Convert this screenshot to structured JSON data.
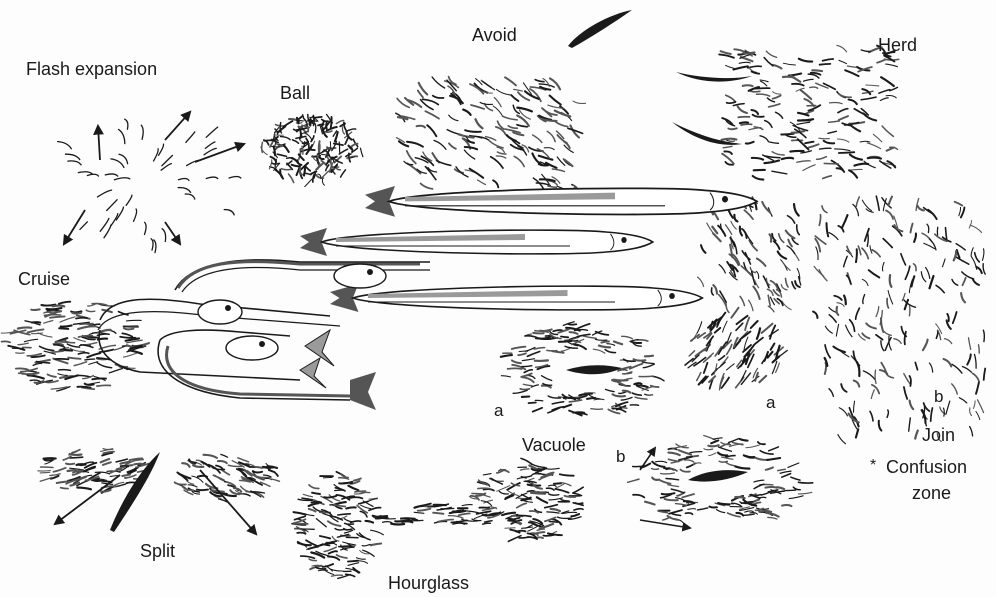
{
  "labels": {
    "flash_expansion": "Flash expansion",
    "ball": "Ball",
    "avoid": "Avoid",
    "herd": "Herd",
    "cruise": "Cruise",
    "vacuole": "Vacuole",
    "vacuole_a": "a",
    "vacuole_b": "b",
    "join": "Join",
    "join_a": "a",
    "join_b": "b",
    "confusion_zone_line1": "Confusion",
    "confusion_zone_line2": "zone",
    "confusion_marker": "*",
    "split": "Split",
    "hourglass": "Hourglass"
  },
  "colors": {
    "ink": "#1a1a1a",
    "background": "#fdfdfd",
    "fish_gray": "#9a9a9a"
  }
}
